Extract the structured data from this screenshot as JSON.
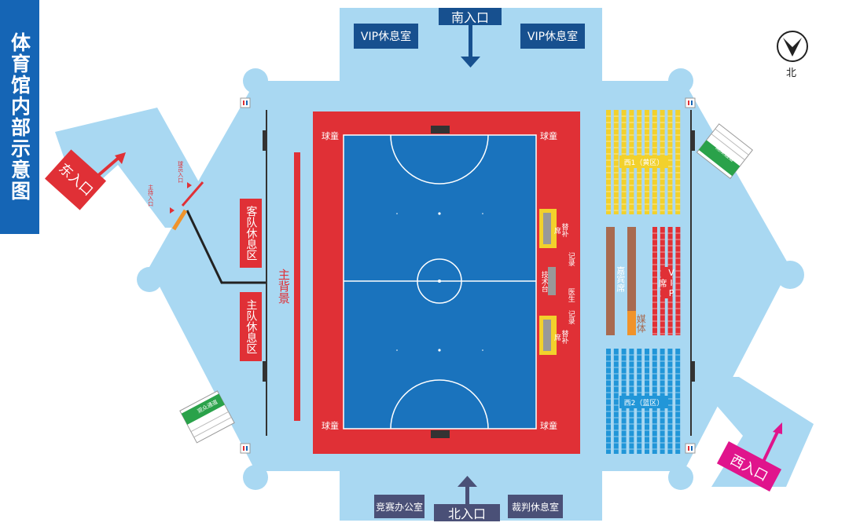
{
  "title": "体育馆内部示意图",
  "entrances": {
    "south": "南入口",
    "north": "北入口",
    "east": "东入口",
    "west": "西入口"
  },
  "rooms": {
    "vip_left": "VIP休息室",
    "vip_right": "VIP休息室",
    "competition_office": "竞赛办公室",
    "referee_lounge": "裁判休息室",
    "away_team_area": "客队休息区",
    "home_team_area": "主队休息区",
    "main_backdrop": "主背景"
  },
  "court_labels": {
    "ball_boy": "球童",
    "team_bench": "替补席",
    "technical_table": "技术台",
    "scorer": "记录",
    "medical": "医生"
  },
  "seating": {
    "west1": "西1（黄区）",
    "west2": "西2（蓝区）",
    "guest": "嘉宾席",
    "vip": "VIP席",
    "media": "媒体"
  },
  "passages": {
    "player_entrance": "球员入口",
    "host_entrance": "主持入口",
    "audience_passage": "观众通道"
  },
  "compass": "北",
  "colors": {
    "hall": "#a9d8f2",
    "court_border": "#e03036",
    "court": "#1a73bd",
    "yellow_seats": "#f2d12c",
    "blue_seats": "#2196d8",
    "red_seats": "#e03036",
    "brown_seats": "#a86a50",
    "green_sign": "#2aa24a",
    "magenta": "#e0148c"
  }
}
